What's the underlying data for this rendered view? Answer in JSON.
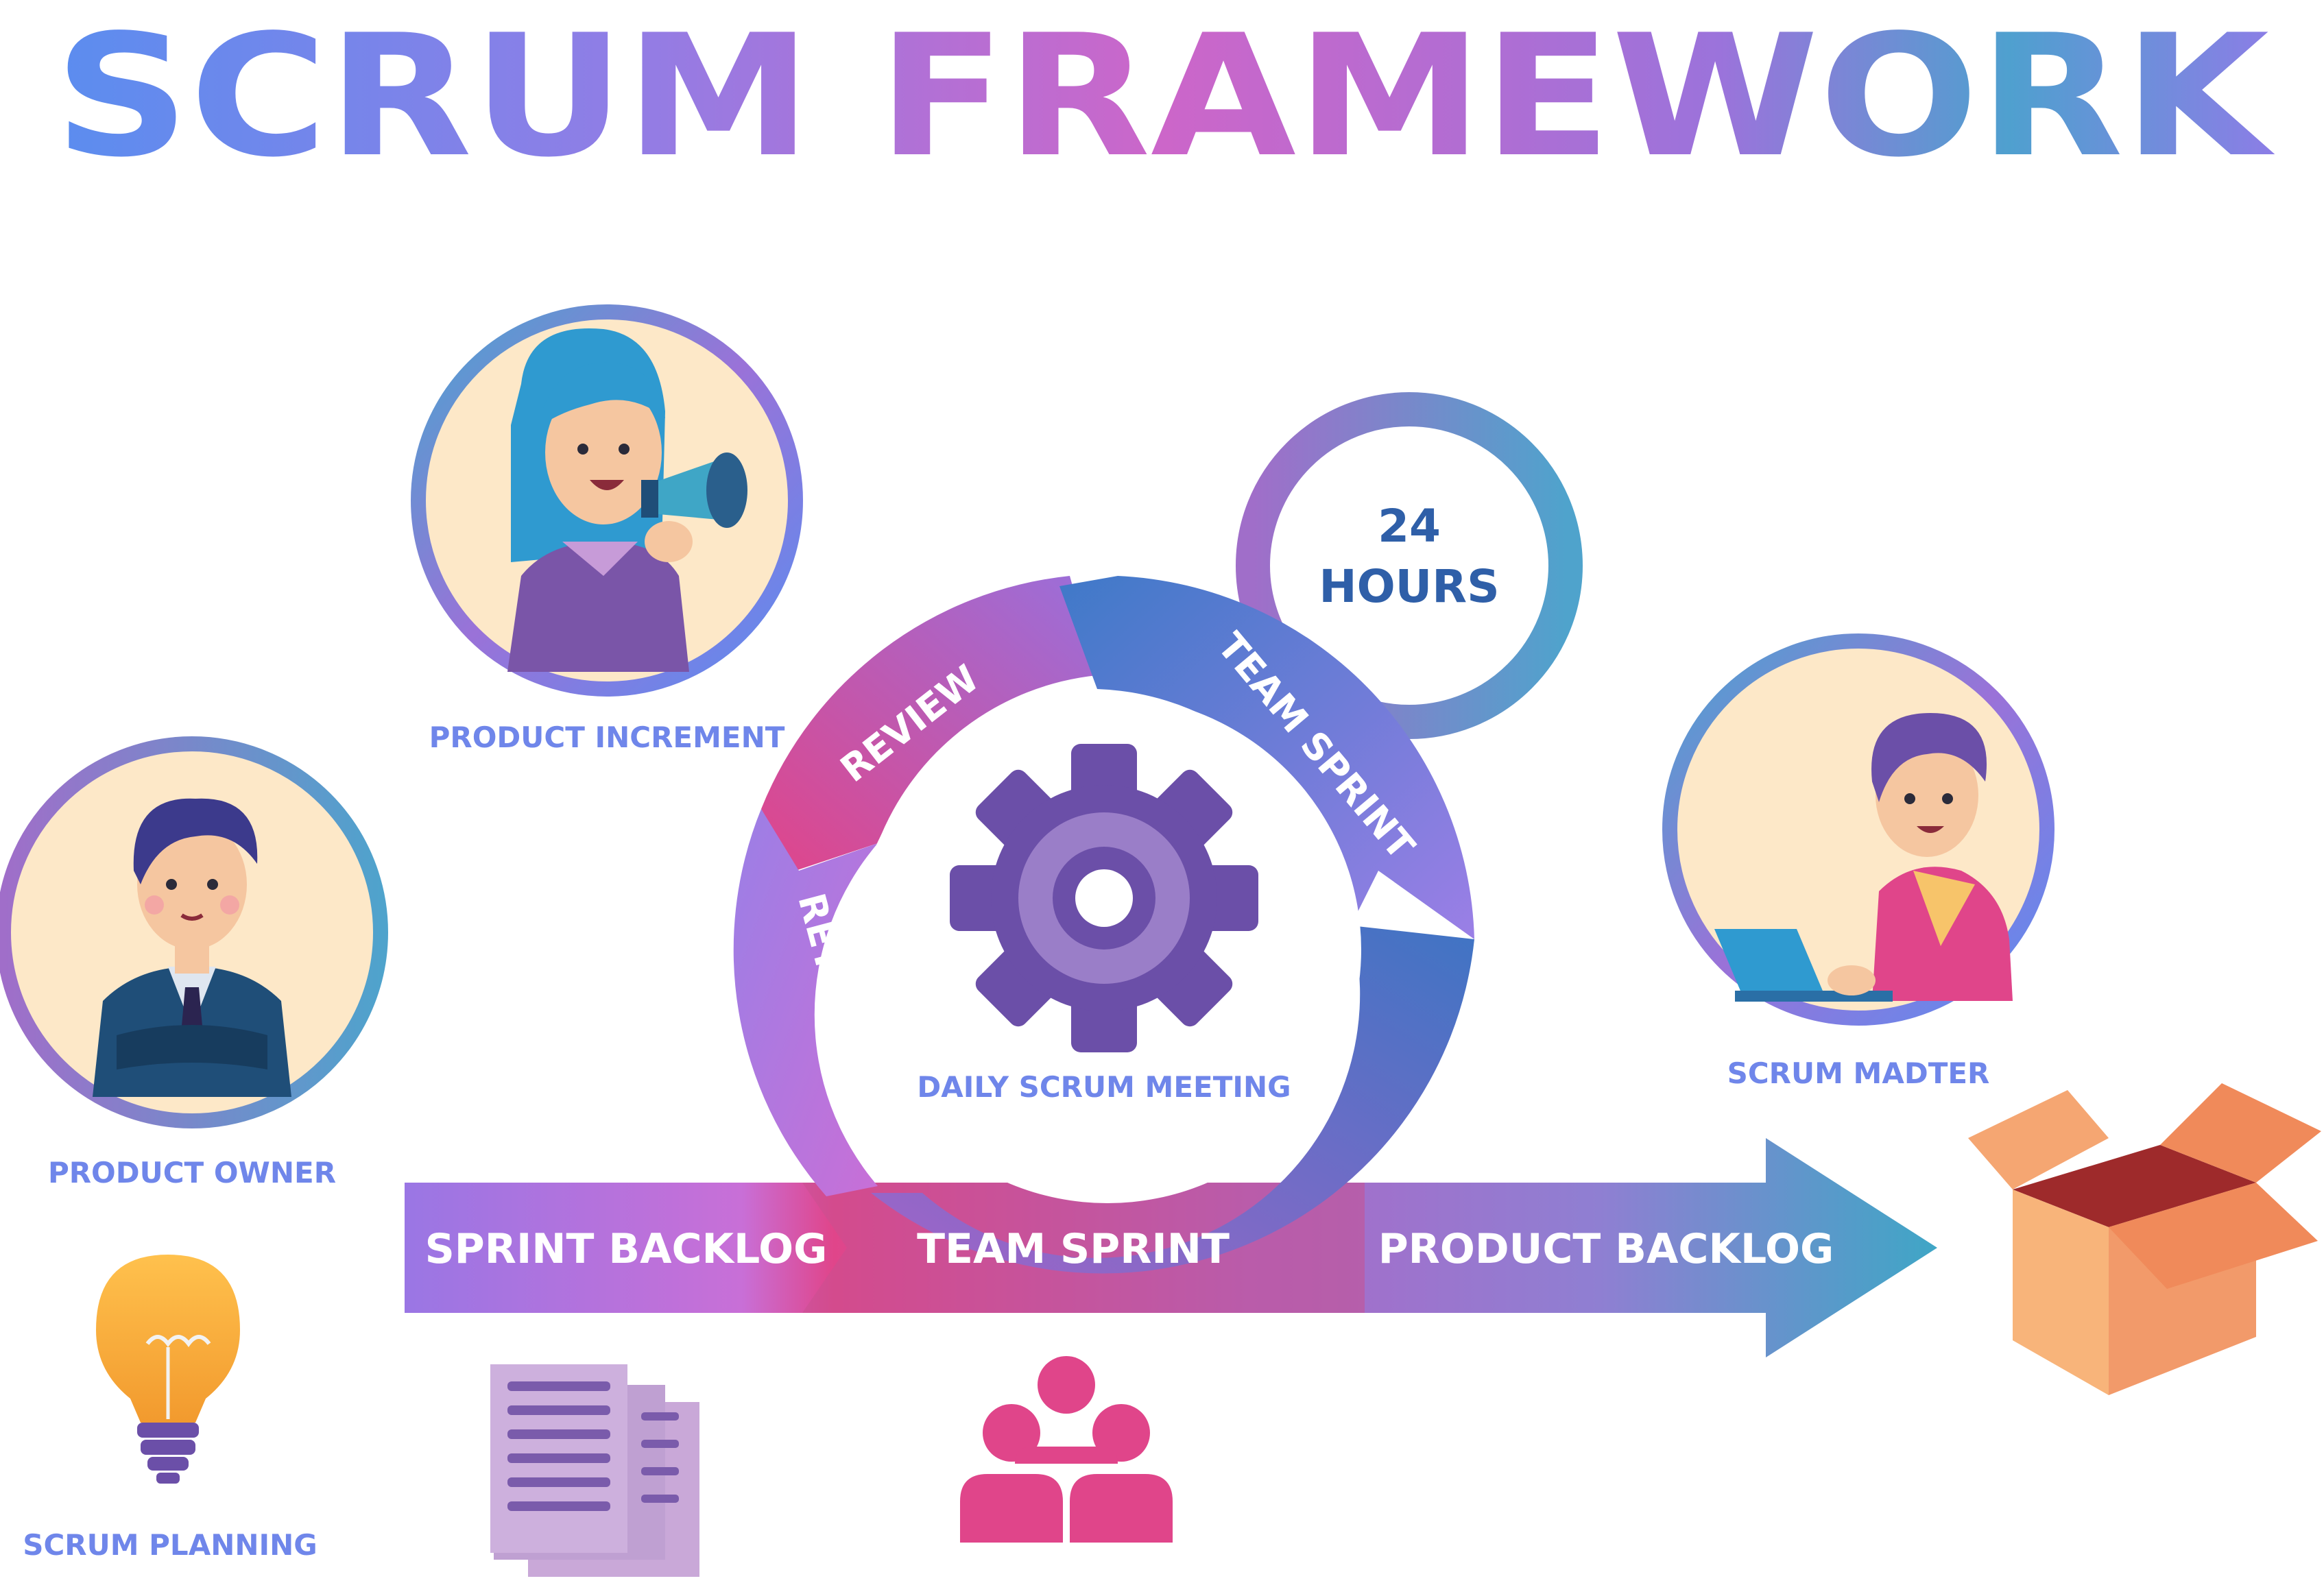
{
  "title": "SCRUM FRAMEWORK",
  "labels": {
    "product_increment": "PRODUCT INCREMENT",
    "product_owner": "PRODUCT OWNER",
    "scrum_master": "SCRUM MADTER",
    "scrum_planning": "SCRUM PLANNING",
    "daily_scrum": "DAILY SCRUM MEETING"
  },
  "hours": {
    "number": "24",
    "unit": "HOURS"
  },
  "cycle": {
    "review": "REVIEW",
    "team_sprint": "TEAM SPRINT",
    "retrospect": "RETROSPECT"
  },
  "arrow": {
    "sprint_backlog": "SPRINT BACKLOG",
    "team_sprint": "TEAM SPRINT",
    "product_backlog": "PRODUCT BACKLOG"
  },
  "colors": {
    "blue": "#5b8def",
    "purple": "#9b6fe0",
    "pink": "#e0458a",
    "teal": "#3fa6c6",
    "label_blue": "#6f86ea",
    "dark_purple": "#6b4fa8"
  },
  "icons": [
    "person-woman-megaphone",
    "person-man-suit",
    "person-boy-laptop",
    "lightbulb-icon",
    "documents-icon",
    "team-icon",
    "gear-icon",
    "box-icon"
  ]
}
